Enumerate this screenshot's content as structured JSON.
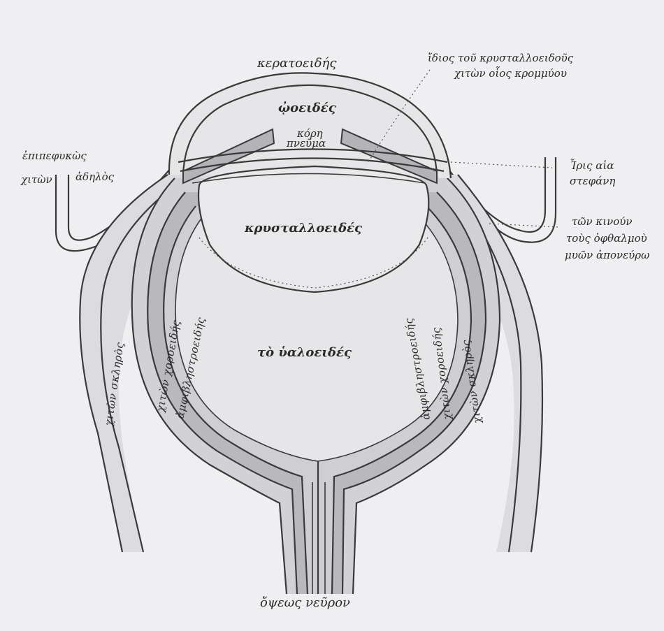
{
  "labels": {
    "cornea": "κερατοειδής",
    "aqueous": "ᾠοειδές",
    "capsule_1": "ἴδιος τοῦ κρυσταλλοειδοῦς",
    "capsule_2": "χιτὼν οἷος κρομμύου",
    "pupil": "κόρη",
    "pupil_2": "πνεῦμα",
    "conj_1": "ἐπιπεφυκὼς",
    "conj_2": "χιτὼν",
    "conj_3": "ἀδηλὸς",
    "iris_1": "Ἶρις αἱα",
    "iris_2": "στεφάνη",
    "muscle_1": "τῶν κινούν",
    "muscle_2": "τοὺς ὀφθαλμοὺ",
    "muscle_3": "μυῶν ἀπονεύρω",
    "lens": "κρυσταλλοειδές",
    "vitreous": "τὸ ὑαλοειδές",
    "retina_left": "ἀμφιβληστροειδής",
    "choroid_left": "χιτὼν χοροειδής",
    "sclera_left": "χιτὼν σκληρὸς",
    "retina_right": "ἀμφιβληστροειδής",
    "choroid_right": "χιτὼν χοροειδής",
    "sclera_right": "χιτὼν σκληρὸς",
    "optic_nerve": "ὄψεως νεῦρον"
  },
  "colors": {
    "background": "#efeff1",
    "fill_light": "#e6e6e8",
    "fill_mid": "#c8c8cc",
    "fill_dark": "#b3b3b8",
    "line": "#3a3a3a"
  }
}
